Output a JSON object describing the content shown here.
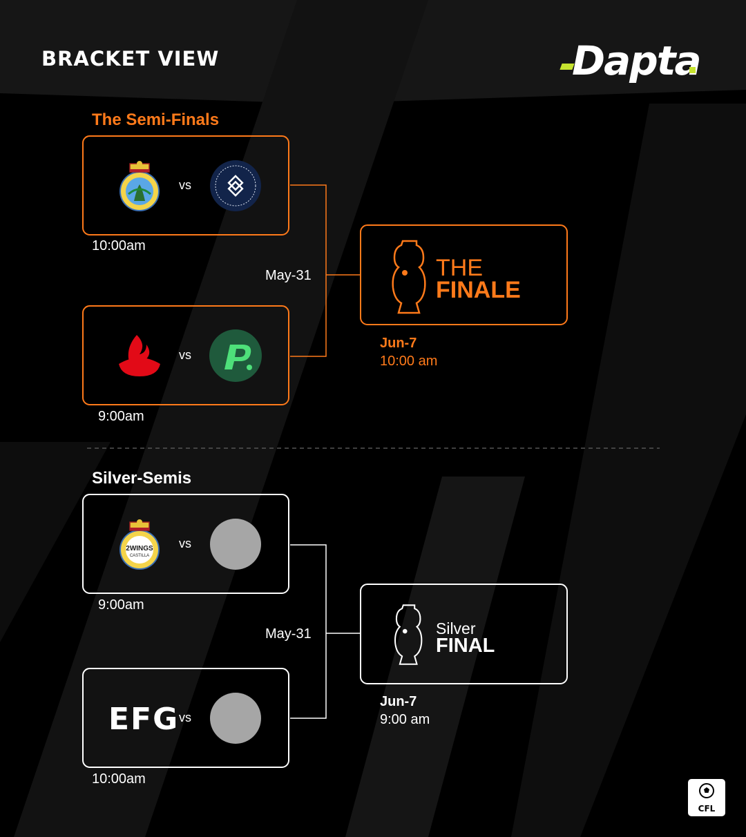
{
  "header": {
    "title": "BRACKET VIEW",
    "brand": "Dapta",
    "brand_accent": "#c6e32f"
  },
  "colors": {
    "background": "#000000",
    "accent_orange": "#ff7a1a",
    "text": "#ffffff",
    "placeholder_team": "#a6a6a6",
    "santander_red": "#e20a17",
    "pitch_green": "#1f5a3c",
    "pitch_logo_green": "#4ee07a"
  },
  "semi_finals": {
    "title": "The Semi-Finals",
    "matches": [
      {
        "home_icon": "pena-madridista-crest-icon",
        "away_icon": "reinsurance-united-fc-crest-icon",
        "vs": "vs",
        "time": "10:00am"
      },
      {
        "home_icon": "santander-flame-icon",
        "away_icon": "green-p-logo-icon",
        "vs": "vs",
        "time": "9:00am"
      }
    ],
    "date": "May-31",
    "final": {
      "line1": "THE",
      "line2": "FINALE",
      "date": "Jun-7",
      "time": "10:00 am",
      "icon": "trophy-icon"
    }
  },
  "silver_semis": {
    "title": "Silver-Semis",
    "matches": [
      {
        "home_icon": "2wings-castilla-crest-icon",
        "home_label": "2WINGS",
        "home_sublabel": "CASTILLA",
        "away_icon": "placeholder-team-icon",
        "vs": "vs",
        "time": "9:00am"
      },
      {
        "home_icon": "efg-logo-icon",
        "home_label": "EFG",
        "away_icon": "placeholder-team-icon",
        "vs": "vs",
        "time": "10:00am"
      }
    ],
    "date": "May-31",
    "final": {
      "line1": "Silver",
      "line2": "FINAL",
      "date": "Jun-7",
      "time": "9:00 am",
      "icon": "trophy-icon"
    }
  },
  "footer": {
    "badge": "CFL"
  }
}
